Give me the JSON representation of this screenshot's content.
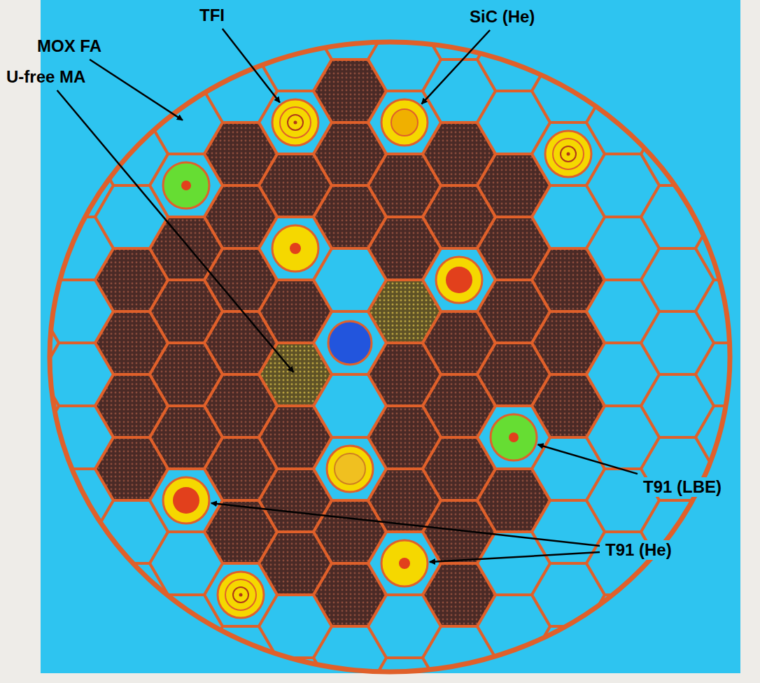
{
  "diagram": {
    "labels": [
      "TFI",
      "SiC (He)",
      "MOX FA",
      "U-free MA",
      "T91 (LBE)",
      "T91 (He)"
    ]
  }
}
